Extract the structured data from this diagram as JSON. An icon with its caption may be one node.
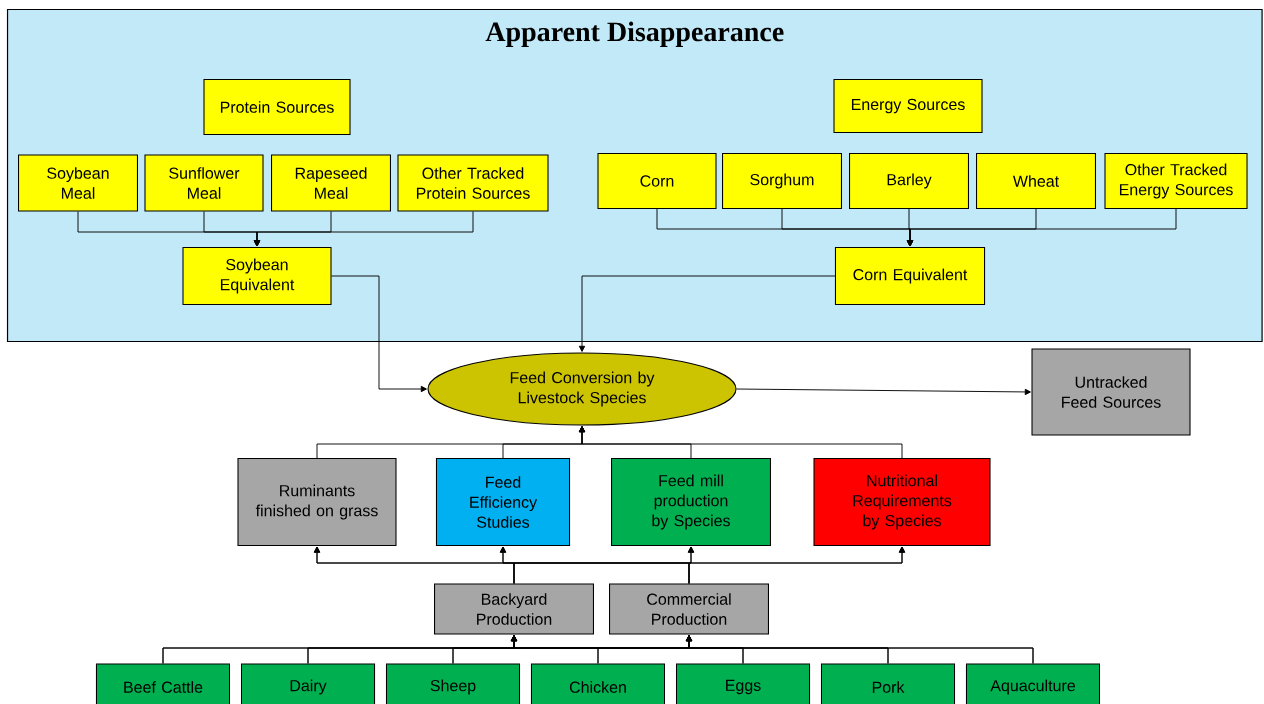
{
  "diagram": {
    "nodes": [
      {
        "text": [
          "Apparent Disappearance"
        ]
      },
      {
        "text": [
          "Protein Sources"
        ],
        "in": 0
      },
      {
        "text": [
          "Energy Sources"
        ],
        "in": 0
      },
      {
        "text": [
          "Soybean Meal"
        ],
        "in": 0
      },
      {
        "text": [
          "Sunflower Meal"
        ],
        "in": 0
      },
      {
        "text": [
          "Rapeseed Meal"
        ],
        "in": 0
      },
      {
        "text": [
          "Other Tracked Protein Sources"
        ],
        "in": 0
      },
      {
        "text": [
          "Corn"
        ],
        "in": 0
      },
      {
        "text": [
          "Sorghum"
        ],
        "in": 0
      },
      {
        "text": [
          "Barley"
        ],
        "in": 0
      },
      {
        "text": [
          "Wheat"
        ],
        "in": 0
      },
      {
        "text": [
          "Other Tracked Energy Sources"
        ],
        "in": 0
      },
      {
        "text": [
          "Soybean Equivalent"
        ],
        "in": 0
      },
      {
        "text": [
          "Corn Equivalent"
        ],
        "in": 0
      },
      {
        "text": [
          "Feed Conversion by Livestock Species"
        ]
      },
      {
        "text": [
          "Untracked Feed Sources"
        ]
      },
      {
        "text": [
          "Ruminants finished on grass"
        ]
      },
      {
        "text": [
          "Feed Efficiency Studies"
        ]
      },
      {
        "text": [
          "Feed mill production by Species"
        ]
      },
      {
        "text": [
          "Nutritional Requirements by Species"
        ]
      },
      {
        "text": [
          "Backyard Production"
        ]
      },
      {
        "text": [
          "Commercial Production"
        ]
      },
      {
        "text": [
          "Beef Cattle"
        ]
      },
      {
        "text": [
          "Dairy"
        ]
      },
      {
        "text": [
          "Sheep"
        ]
      },
      {
        "text": [
          "Chicken"
        ]
      },
      {
        "text": [
          "Eggs"
        ]
      },
      {
        "text": [
          "Pork"
        ]
      },
      {
        "text": [
          "Aquaculture"
        ]
      }
    ],
    "edges": [
      {
        "from": 3,
        "to": 12,
        "arrow": "to"
      },
      {
        "from": 4,
        "to": 12,
        "arrow": "to"
      },
      {
        "from": 5,
        "to": 12,
        "arrow": "to"
      },
      {
        "from": 6,
        "to": 12,
        "arrow": "to"
      },
      {
        "from": 7,
        "to": 13,
        "arrow": "to"
      },
      {
        "from": 8,
        "to": 13,
        "arrow": "to"
      },
      {
        "from": 9,
        "to": 13,
        "arrow": "to"
      },
      {
        "from": 10,
        "to": 13,
        "arrow": "to"
      },
      {
        "from": 11,
        "to": 13,
        "arrow": "to"
      },
      {
        "from": 12,
        "to": 14,
        "arrow": "to"
      },
      {
        "from": 13,
        "to": 14,
        "arrow": "to"
      },
      {
        "from": 14,
        "to": 15,
        "arrow": "to"
      },
      {
        "from": 16,
        "to": 14,
        "arrow": "to"
      },
      {
        "from": 17,
        "to": 14,
        "arrow": "to"
      },
      {
        "from": 18,
        "to": 14,
        "arrow": "to"
      },
      {
        "from": 19,
        "to": 14,
        "arrow": "to"
      },
      {
        "from": 20,
        "to": 16,
        "arrow": "to"
      },
      {
        "from": 20,
        "to": 17,
        "arrow": "to"
      },
      {
        "from": 20,
        "to": 18,
        "arrow": "to"
      },
      {
        "from": 20,
        "to": 19,
        "arrow": "to"
      },
      {
        "from": 21,
        "to": 16,
        "arrow": "to"
      },
      {
        "from": 21,
        "to": 17,
        "arrow": "to"
      },
      {
        "from": 21,
        "to": 18,
        "arrow": "to"
      },
      {
        "from": 21,
        "to": 19,
        "arrow": "to"
      },
      {
        "from": 22,
        "to": 20,
        "arrow": "to"
      },
      {
        "from": 23,
        "to": 20,
        "arrow": "to"
      },
      {
        "from": 24,
        "to": 20,
        "arrow": "to"
      },
      {
        "from": 25,
        "to": 20,
        "arrow": "to"
      },
      {
        "from": 26,
        "to": 20,
        "arrow": "to"
      },
      {
        "from": 27,
        "to": 20,
        "arrow": "to"
      },
      {
        "from": 28,
        "to": 20,
        "arrow": "to"
      },
      {
        "from": 22,
        "to": 21,
        "arrow": "to"
      },
      {
        "from": 23,
        "to": 21,
        "arrow": "to"
      },
      {
        "from": 24,
        "to": 21,
        "arrow": "to"
      },
      {
        "from": 25,
        "to": 21,
        "arrow": "to"
      },
      {
        "from": 26,
        "to": 21,
        "arrow": "to"
      },
      {
        "from": 27,
        "to": 21,
        "arrow": "to"
      },
      {
        "from": 28,
        "to": 21,
        "arrow": "to"
      }
    ]
  }
}
